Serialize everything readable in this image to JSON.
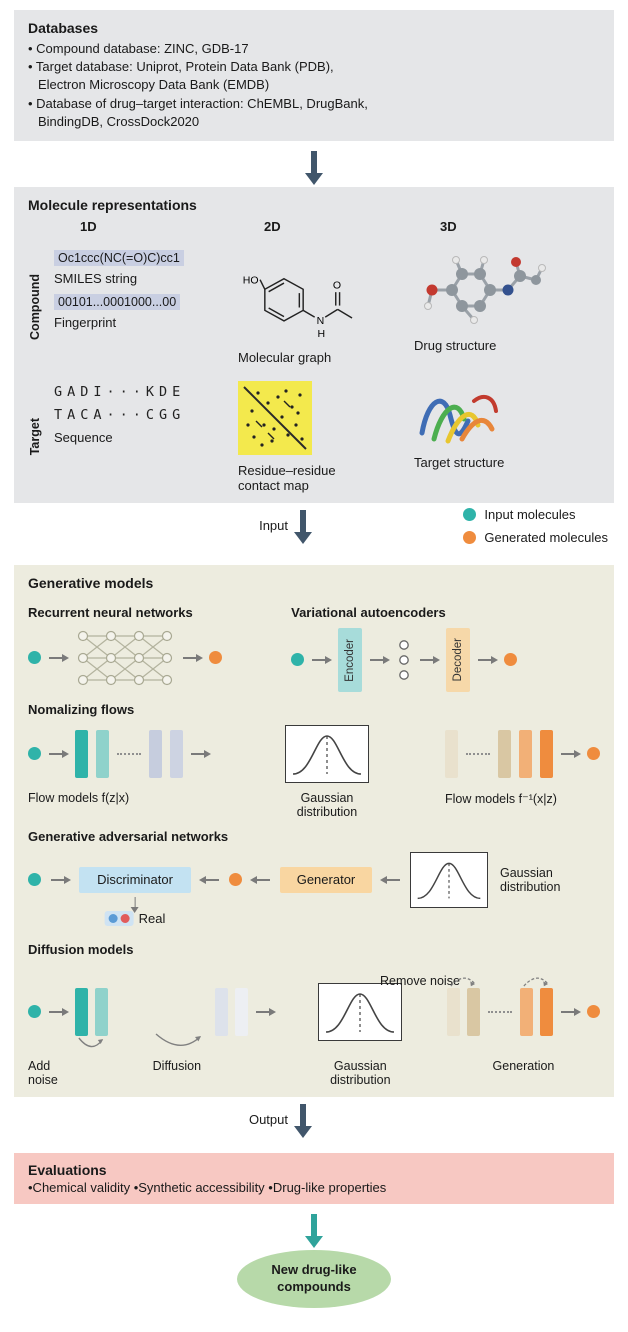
{
  "databases": {
    "title": "Databases",
    "bullets": [
      "• Compound database: ZINC, GDB-17",
      "• Target database: Uniprot, Protein Data Bank (PDB),\nElectron Microscopy Data Bank (EMDB)",
      "• Database of drug–target interaction: ChEMBL, DrugBank,\nBindingDB, CrossDock2020"
    ]
  },
  "representations": {
    "title": "Molecule representations",
    "col_1d": "1D",
    "col_2d": "2D",
    "col_3d": "3D",
    "row_compound": "Compound",
    "row_target": "Target",
    "smiles_value": "Oc1ccc(NC(=O)C)cc1",
    "smiles_label": "SMILES string",
    "fingerprint_value": "00101...0001000...00",
    "fingerprint_label": "Fingerprint",
    "graph_label": "Molecular graph",
    "drug_structure_label": "Drug structure",
    "sequence_line1": "GADI···KDE",
    "sequence_line2": "TACA···CGG",
    "sequence_label": "Sequence",
    "contact_map_label": "Residue–residue\ncontact map",
    "target_structure_label": "Target structure",
    "molecule_atoms": {
      "ho": "HO",
      "n": "N",
      "h": "H",
      "o": "O"
    }
  },
  "flow": {
    "input": "Input",
    "output": "Output"
  },
  "legend": {
    "input_label": "Input molecules",
    "generated_label": "Generated molecules"
  },
  "generative": {
    "title": "Generative models",
    "rnn": {
      "title": "Recurrent neural networks"
    },
    "vae": {
      "title": "Variational autoencoders",
      "encoder": "Encoder",
      "decoder": "Decoder"
    },
    "nf": {
      "title": "Nomalizing flows",
      "forward_label": "Flow models f(z|x)",
      "gaussian_label": "Gaussian\ndistribution",
      "inverse_label": "Flow models f⁻¹(x|z)"
    },
    "gan": {
      "title": "Generative adversarial networks",
      "discriminator": "Discriminator",
      "generator": "Generator",
      "real": "Real",
      "gaussian_label": "Gaussian\ndistribution"
    },
    "diffusion": {
      "title": "Diffusion models",
      "add_noise_label": "Add\nnoise",
      "diffusion_label": "Diffusion",
      "gaussian_label": "Gaussian\ndistribution",
      "remove_noise_label": "Remove noise",
      "generation_label": "Generation"
    }
  },
  "evaluations": {
    "title": "Evaluations",
    "items": "•Chemical validity •Synthetic accessibility •Drug-like properties"
  },
  "result": {
    "label": "New drug-like\ncompounds"
  },
  "colors": {
    "panel_gray": "#e5e6e8",
    "panel_beige": "#edecdf",
    "panel_pink": "#f7c8c2",
    "teal": "#2fb3a9",
    "orange": "#ef8c3e",
    "arrow_slate": "#41566b",
    "arrow_teal": "#2fa39b",
    "result_green": "#b7d9a9",
    "highlight_lavender": "#c9cfe2",
    "contact_map_yellow": "#f3e94d",
    "encoder_fill": "#a7dcda",
    "decoder_fill": "#f6d8a9",
    "discriminator_fill": "#c3e2f2",
    "generator_fill": "#f9d6a1"
  }
}
